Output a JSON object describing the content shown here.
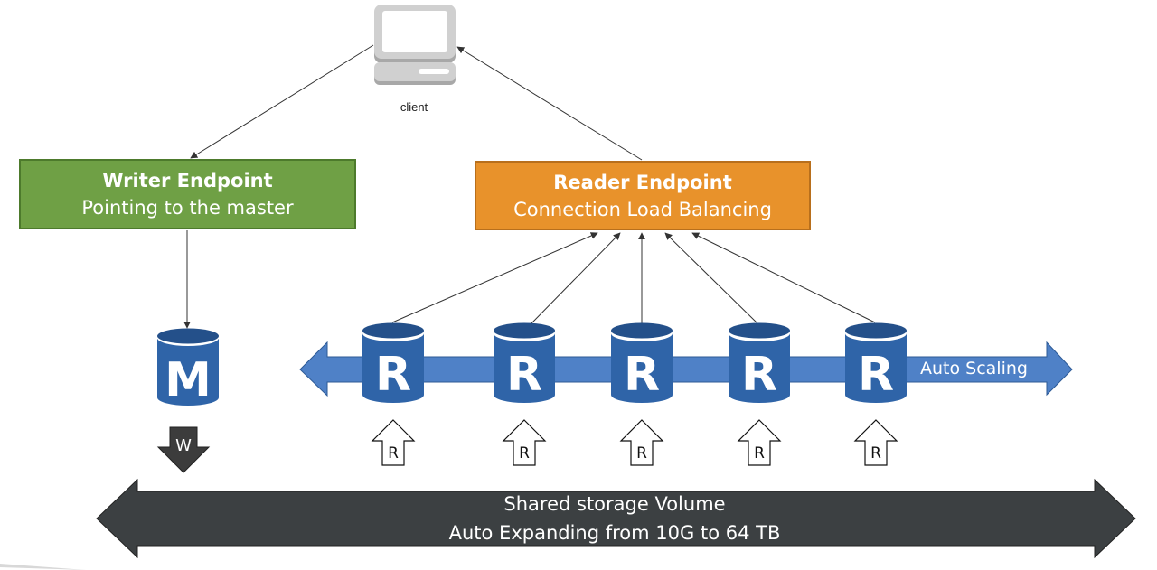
{
  "client": {
    "label": "client",
    "icon": "desktop-computer-icon"
  },
  "writer_endpoint": {
    "title": "Writer Endpoint",
    "subtitle": "Pointing to the master",
    "color": "#6fa045"
  },
  "reader_endpoint": {
    "title": "Reader Endpoint",
    "subtitle": "Connection Load Balancing",
    "color": "#e8922b"
  },
  "master": {
    "letter": "M",
    "write_arrow_label": "W"
  },
  "replicas": [
    {
      "letter": "R",
      "read_arrow_label": "R"
    },
    {
      "letter": "R",
      "read_arrow_label": "R"
    },
    {
      "letter": "R",
      "read_arrow_label": "R"
    },
    {
      "letter": "R",
      "read_arrow_label": "R"
    },
    {
      "letter": "R",
      "read_arrow_label": "R"
    }
  ],
  "auto_scaling": {
    "label": "Auto Scaling",
    "color": "#4f81c7"
  },
  "storage": {
    "line1": "Shared storage Volume",
    "line2": "Auto Expanding from 10G to 64 TB",
    "color": "#3c4042"
  },
  "colors": {
    "db_blue": "#2f64a8",
    "db_blue_dark": "#24508a"
  }
}
